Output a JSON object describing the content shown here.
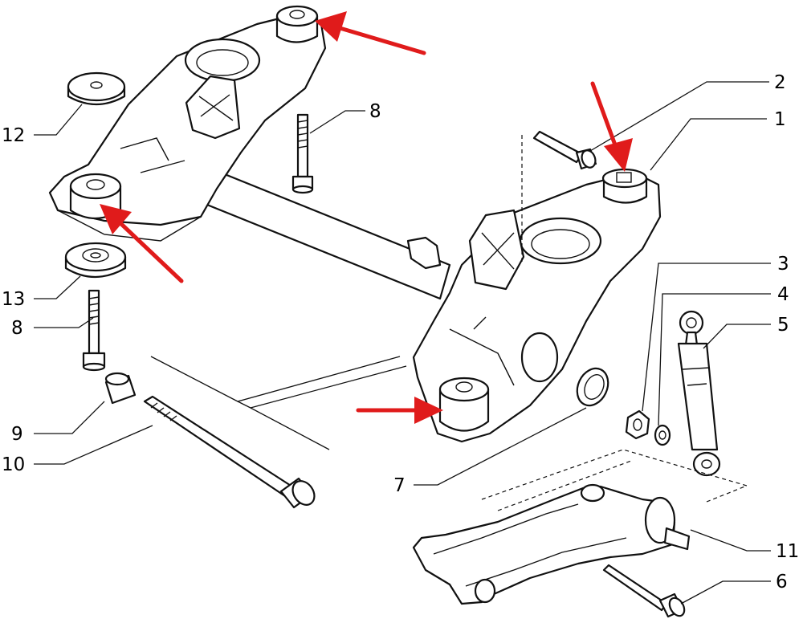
{
  "diagram": {
    "labels": {
      "l1": "1",
      "l2": "2",
      "l3": "3",
      "l4": "4",
      "l5": "5",
      "l6": "6",
      "l7": "7",
      "l8a": "8",
      "l8b": "8",
      "l9": "9",
      "l10": "10",
      "l11": "11",
      "l12": "12",
      "l13": "13"
    },
    "accent_color": "#e01b1b",
    "red_arrows": 4
  }
}
